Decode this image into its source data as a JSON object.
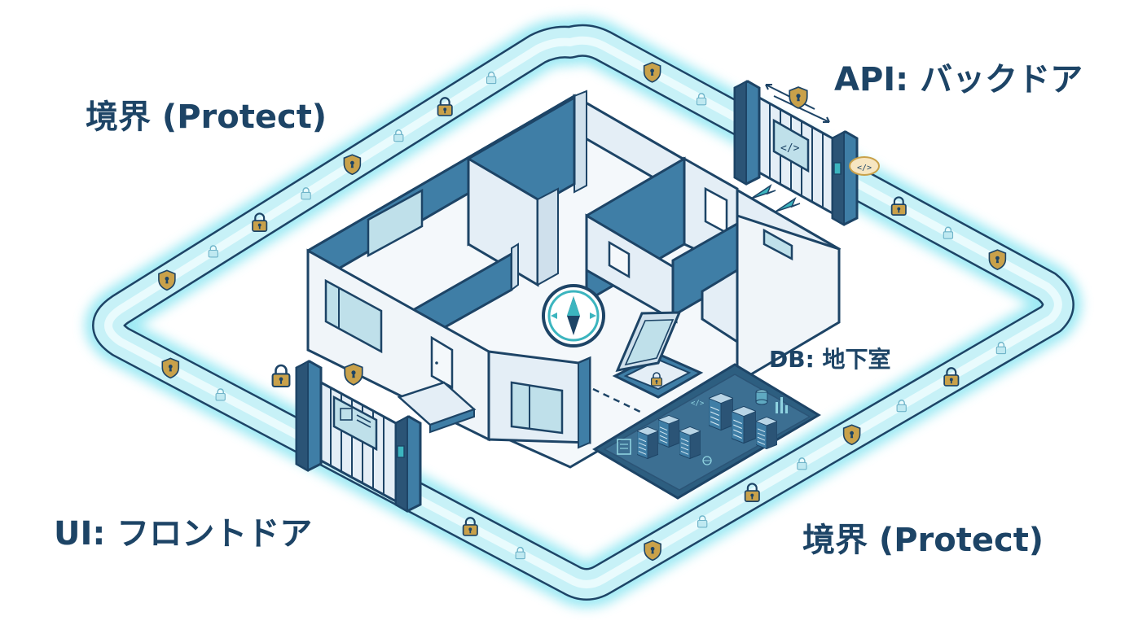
{
  "labels": {
    "perimeter_top_left": "境界 (Protect)",
    "perimeter_bottom_right": "境界 (Protect)",
    "api": "API: バックドア",
    "ui": "UI: フロントドア",
    "db": "DB: 地下室"
  },
  "icons": {
    "api_code": "</>",
    "server_code": "</>"
  },
  "colors": {
    "text": "#1d4466",
    "outline": "#1d4466",
    "wall_dark": "#3f7ea6",
    "wall_light": "#e4eef6",
    "perimeter_glow": "#8fe6f2",
    "perimeter_body": "#c7f1f7",
    "lock_gold": "#c9a14a",
    "accent_teal": "#3cb5bf",
    "basement": "#2d5e80"
  }
}
